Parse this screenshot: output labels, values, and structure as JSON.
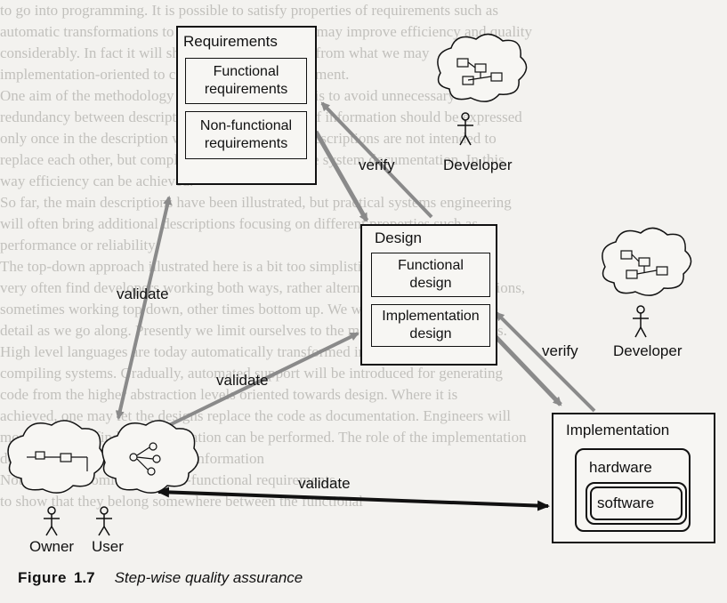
{
  "figure": {
    "label": "Figure",
    "number": "1.7",
    "caption": "Step-wise quality assurance"
  },
  "requirements": {
    "title": "Requirements",
    "functional": "Functional requirements",
    "functional_line1": "Functional",
    "functional_line2": "requirements",
    "nonfunctional_line1": "Non-functional",
    "nonfunctional_line2": "requirements"
  },
  "design": {
    "title": "Design",
    "functional_line1": "Functional",
    "functional_line2": "design",
    "implementation_line1": "Implementation",
    "implementation_line2": "design"
  },
  "implementation": {
    "title": "Implementation",
    "hardware": "hardware",
    "software": "software"
  },
  "arrows": {
    "verify_top": "verify",
    "verify_bottom": "verify",
    "validate_left": "validate",
    "validate_middle": "validate",
    "validate_bottom": "validate"
  },
  "actors": {
    "developer_top": "Developer",
    "developer_bottom": "Developer",
    "owner": "Owner",
    "user": "User"
  },
  "background_text": [
    "to go into programming. It is possible to satisfy properties of requirements such as",
    "automatic transformations to implementations. This may improve efficiency and quality",
    "considerably. In fact it will show itself in efficiency from what we may",
    "implementation-oriented to computer-aided development.",
    "One aim of the methodology presented in this book is to avoid unnecessary",
    "redundancy between descriptions. A specific piece of information should be expressed",
    "only once in the description where it belongs. The descriptions are not intended to",
    "replace each other, but complement each other in the system documentation. In this",
    "way efficiency can be achieved.",
    "So far, the main descriptions have been illustrated, but practical systems engineering",
    "will often bring additional descriptions focusing on different properties such as",
    "performance or reliability.",
    "The top-down approach illustrated here is a bit too simplistic. In reality one will",
    "very often find developers working both ways, rather alternating between descriptions,",
    "sometimes working top down, other times bottom up. We will discuss this in more",
    "detail as we go along. Presently we limit ourselves to the most important principles.",
    "High level languages are today automatically transformed into object code by",
    "compiling systems. Gradually, automated support will be introduced for generating",
    "code from the higher abstraction levels oriented towards design. Where it is",
    "achieved, one may let the designs replace the code as documentation. Engineers will",
    "more and more find that information can be performed. The role of the implementation",
    "descriptions will change as this information",
    "Note: we have omitted the non-functional requirements",
    "to show that they belong somewhere between the functional"
  ]
}
